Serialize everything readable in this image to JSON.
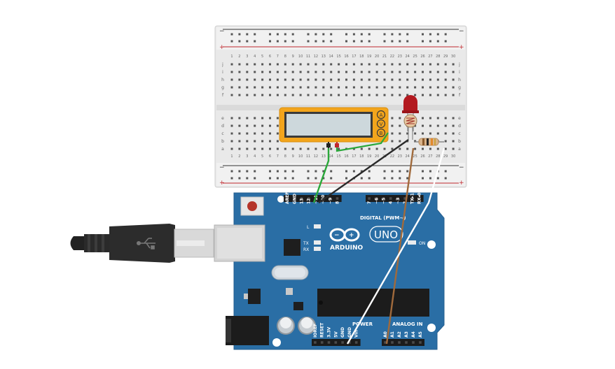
{
  "breadboard": {
    "rail_minus": "−",
    "rail_plus": "+",
    "columns": [
      "1",
      "2",
      "3",
      "4",
      "5",
      "6",
      "7",
      "8",
      "9",
      "10",
      "11",
      "12",
      "13",
      "14",
      "15",
      "16",
      "17",
      "18",
      "19",
      "20",
      "21",
      "22",
      "23",
      "24",
      "25",
      "26",
      "27",
      "28",
      "29",
      "30"
    ],
    "rows_top": [
      "j",
      "i",
      "h",
      "g",
      "f"
    ],
    "rows_bottom": [
      "e",
      "d",
      "c",
      "b",
      "a"
    ]
  },
  "multimeter": {
    "ports": [
      "A",
      "V",
      "B"
    ]
  },
  "arduino": {
    "logo": "ARDUINO",
    "model": "UNO",
    "on_label": "ON",
    "l_label": "L",
    "tx_label": "TX",
    "rx_label": "RX",
    "digital_label": "DIGITAL (PWM~)",
    "power_label": "POWER",
    "analog_label": "ANALOG IN",
    "digital_pins": [
      "AREF",
      "GND",
      "13",
      "12",
      "~11",
      "~10",
      "~9",
      "8",
      "7",
      "~6",
      "~5",
      "4",
      "~3",
      "2",
      "TX▸1",
      "RX◂0"
    ],
    "power_pins": [
      "IOREF",
      "RESET",
      "3.3V",
      "5V",
      "GND",
      "GND",
      "Vin"
    ],
    "analog_pins": [
      "A0",
      "A1",
      "A2",
      "A3",
      "A4",
      "A5"
    ]
  },
  "colors": {
    "board": "#2a6ea5",
    "breadboard": "#e8e8e8",
    "wire_green": "#2aa83a",
    "wire_black": "#2b2b2b",
    "wire_brown": "#a06a3c",
    "wire_white": "#ffffff",
    "multimeter": "#f3a51c",
    "led": "#b3191f"
  }
}
